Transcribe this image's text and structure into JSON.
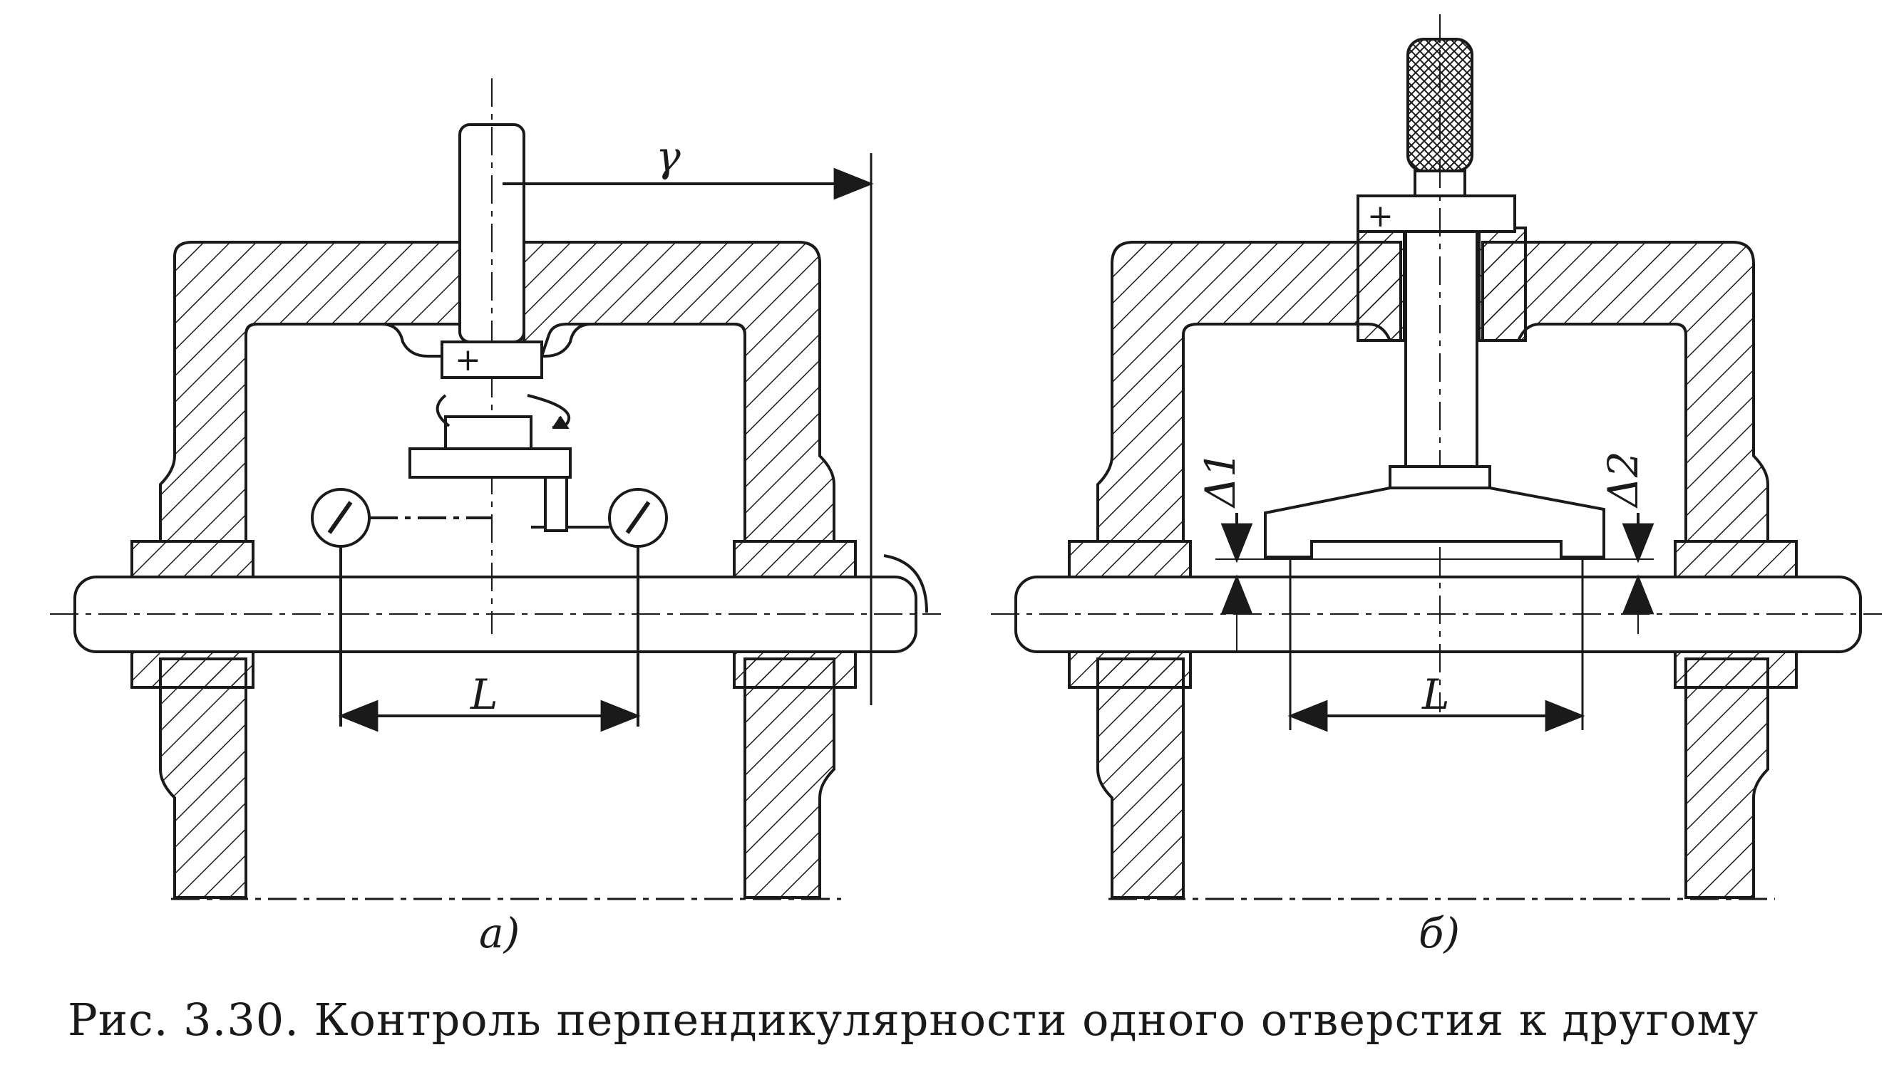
{
  "labels": {
    "panel_a": "а)",
    "panel_b": "б)",
    "length_a": "L",
    "length_b": "L",
    "gamma": "γ",
    "delta1": "Δ1",
    "delta2": "Δ2",
    "plus_a": "+",
    "plus_b": "+"
  },
  "caption": "Рис. 3.30. Контроль перпендикулярности одного отверстия к другому"
}
